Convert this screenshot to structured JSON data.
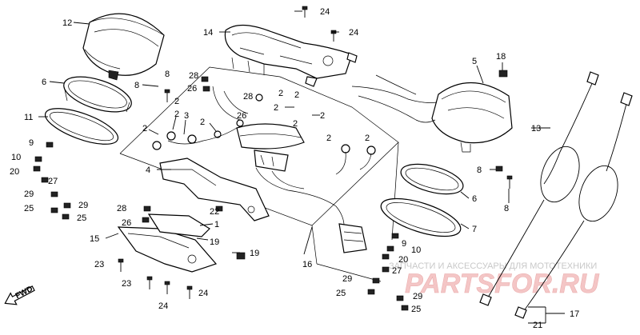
{
  "labels": {
    "l1": "1",
    "l2": "2",
    "l3": "3",
    "l4": "4",
    "l5": "5",
    "l6": "6",
    "l7": "7",
    "l8": "8",
    "l9": "9",
    "l10": "10",
    "l11": "11",
    "l12": "12",
    "l13": "13",
    "l14": "14",
    "l15": "15",
    "l16": "16",
    "l17": "17",
    "l18": "18",
    "l19": "19",
    "l20": "20",
    "l21": "21",
    "l22": "22",
    "l23": "23",
    "l24": "24",
    "l25": "25",
    "l26": "26",
    "l27": "27",
    "l28": "28",
    "l29": "29"
  },
  "forward_marker": "FWD",
  "watermark": {
    "brand": "PARTSFOR.RU",
    "tagline": "ЗАПЧАСТИ И АКСЕССУАРЫ ДЛЯ МОТОТЕХНИКИ"
  }
}
